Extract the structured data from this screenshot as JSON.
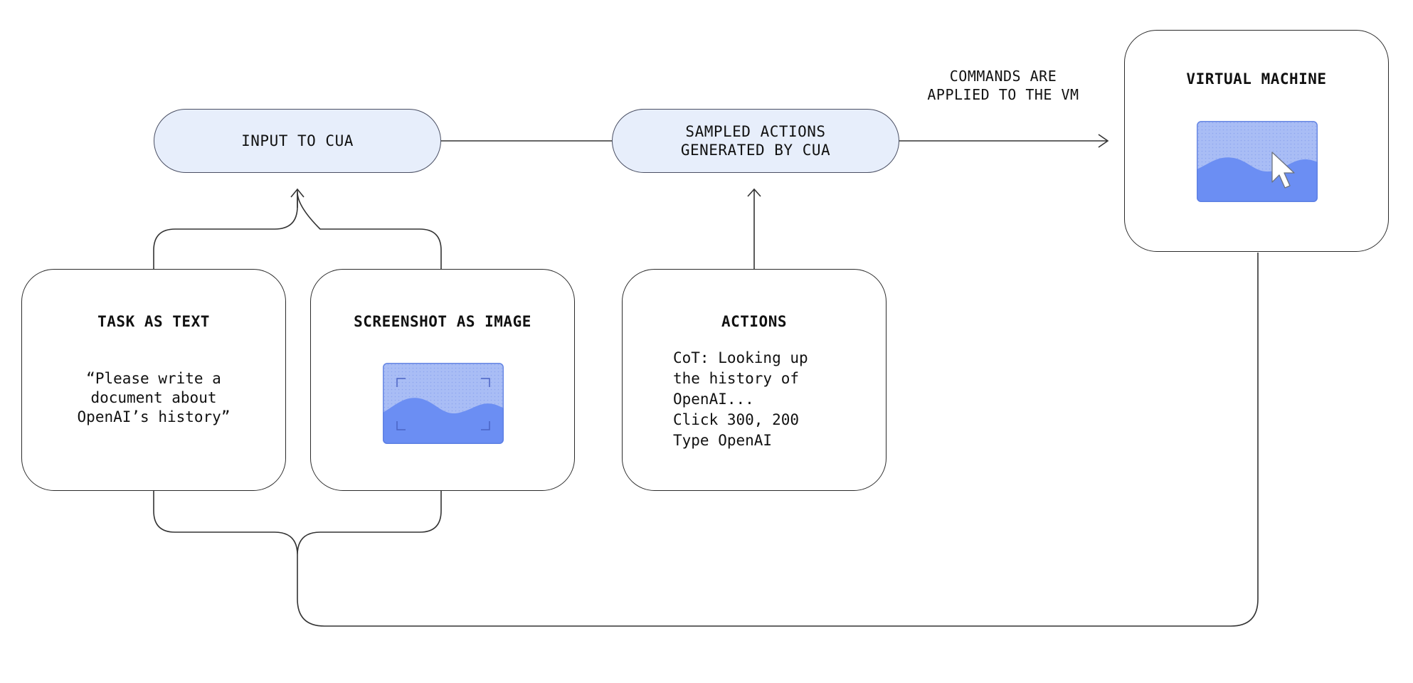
{
  "input_node": {
    "label": "INPUT TO CUA"
  },
  "sampled_node": {
    "line1": "SAMPLED ACTIONS",
    "line2": "GENERATED BY CUA"
  },
  "commands_label": {
    "line1": "COMMANDS ARE",
    "line2": "APPLIED TO THE VM"
  },
  "vm_card": {
    "title": "VIRTUAL MACHINE",
    "image_icon": "cursor-screen-icon"
  },
  "task_card": {
    "title": "TASK AS TEXT",
    "quote_line1": "“Please write a",
    "quote_line2": "document about",
    "quote_line3": "OpenAI’s history”"
  },
  "screenshot_card": {
    "title": "SCREENSHOT AS IMAGE",
    "image_icon": "screenshot-image-icon"
  },
  "actions_card": {
    "title": "ACTIONS",
    "lines": [
      "CoT: Looking up",
      "the history of",
      "OpenAI...",
      "Click 300, 200",
      "Type OpenAI"
    ]
  },
  "colors": {
    "pill_fill": "#e7eefb",
    "pill_border": "#4a4f63",
    "image_blue": "#6b8ef3",
    "image_light": "#a9bdf5",
    "line": "#333333"
  }
}
